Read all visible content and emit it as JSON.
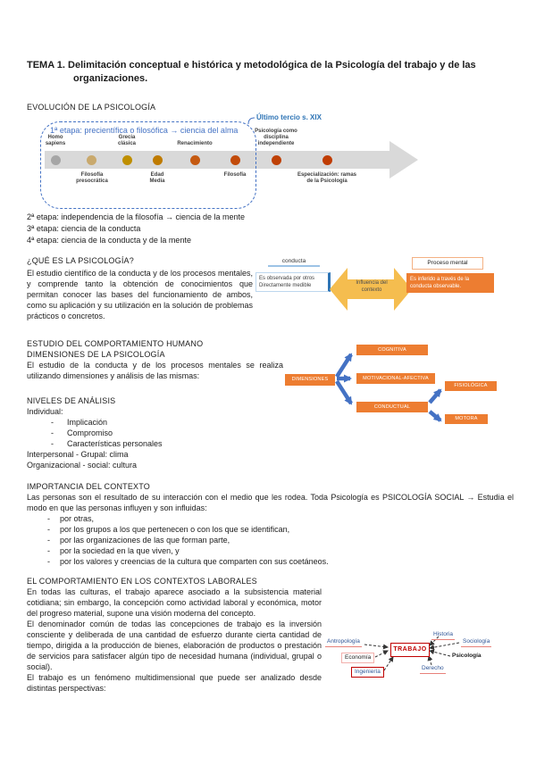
{
  "title": {
    "line1": "TEMA 1. Delimitación conceptual e histórica y metodológica de la Psicología del trabajo y de las",
    "line2": "organizaciones."
  },
  "colors": {
    "accent_orange": "#ed7d31",
    "accent_blue": "#4472c4",
    "highlight_gold": "#f5bd4f",
    "timeline_gray": "#d9d9d9",
    "red": "#c00000"
  },
  "evolucion": {
    "heading": "EVOLUCIÓN DE LA PSICOLOGÍA",
    "timeline": {
      "stage1_label": "1ª etapa: precientífica o filosófica → ciencia del alma",
      "callout": "Último tercio s. XIX",
      "milestones": [
        {
          "label": "Homo sapiens",
          "position": "above",
          "color": "#a6a6a6"
        },
        {
          "label": "Filosofía presocrática",
          "position": "below",
          "color": "#c9a96d"
        },
        {
          "label": "Grecia clásica",
          "position": "above",
          "color": "#bf8f00"
        },
        {
          "label": "Edad Media",
          "position": "below",
          "color": "#bf7b00"
        },
        {
          "label": "Renacimiento",
          "position": "above",
          "color": "#c55a11"
        },
        {
          "label": "Filosofía",
          "position": "below",
          "color": "#c24b0a"
        },
        {
          "label": "Psicología como disciplina independiente",
          "position": "above",
          "color": "#bf4105"
        },
        {
          "label": "Especialización: ramas de la Psicología",
          "position": "below",
          "color": "#c03d03"
        }
      ]
    },
    "etapas": [
      "2ª etapa: independencia de la filosofía  → ciencia de la mente",
      "3ª etapa: ciencia de la conducta",
      "4ª etapa: ciencia de la conducta y de la mente"
    ]
  },
  "que_es": {
    "heading": "¿QUÉ ES LA PSICOLOGÍA?",
    "body": "El estudio científico de la conducta y de los procesos mentales, y comprende tanto la obtención de conocimientos que permitan conocer las bases del funcionamiento de ambos, como su aplicación y su utilización en la solución de problemas prácticos o concretos.",
    "diagram": {
      "conducta_label": "conducta",
      "conducta_points": [
        "Es observada por otros",
        "Directamente medible"
      ],
      "arrow_label": "Influencia del contexto",
      "proceso_label": "Proceso mental",
      "proceso_desc": "Es inferido a través de la conducta observable."
    }
  },
  "estudio": {
    "heading1": "ESTUDIO DEL COMPORTAMIENTO HUMANO",
    "heading2": "DIMENSIONES DE LA PSICOLOGÍA",
    "body": "El estudio de la conducta y de los procesos mentales se realiza utilizando dimensiones y análisis de las mismas:",
    "diagram": {
      "root": "DIMENSIONES",
      "level1": [
        "COGNITIVA",
        "MOTIVACIONAL-AFECTIVA",
        "CONDUCTUAL"
      ],
      "level2": [
        "FISIOLÓGICA",
        "MOTORA"
      ]
    }
  },
  "niveles": {
    "heading": "NIVELES DE ANÁLISIS",
    "individual_label": "Individual:",
    "individual_items": [
      "Implicación",
      "Compromiso",
      "Características personales"
    ],
    "interpersonal": "Interpersonal - Grupal: clima",
    "organizacional": "Organizacional - social: cultura"
  },
  "importancia": {
    "heading": "IMPORTANCIA DEL CONTEXTO",
    "body": "Las personas son el resultado de su interacción con el medio que les rodea. Toda Psicología es PSICOLOGÍA SOCIAL → Estudia el modo en que las personas influyen y son influidas:",
    "items": [
      "por otras,",
      "por los grupos a los que pertenecen o con los que se identifican,",
      "por las organizaciones de las que forman parte,",
      "por la sociedad en la que viven, y",
      "por los valores y creencias de la cultura que comparten con sus coetáneos."
    ]
  },
  "comportamiento": {
    "heading": "EL COMPORTAMIENTO EN LOS CONTEXTOS LABORALES",
    "para1": "En todas las culturas, el trabajo aparece asociado a la subsistencia material cotidiana; sin embargo, la concepción como actividad laboral y económica, motor del progreso material, supone una visión moderna del concepto.",
    "para2": "El denominador común de todas las concepciones de trabajo es la inversión consciente y deliberada de una cantidad de esfuerzo durante cierta cantidad de tiempo, dirigida a la producción de bienes, elaboración de productos o prestación de servicios para satisfacer algún tipo de necesidad humana (individual, grupal o social).",
    "para3": "El trabajo es un fenómeno multidimensional que puede ser analizado desde distintas perspectivas:",
    "diagram": {
      "center": "TRABAJO",
      "left": [
        "Antropología",
        "Economía",
        "Ingeniería"
      ],
      "right": [
        "Historia",
        "Sociología",
        "Psicología",
        "Derecho"
      ]
    }
  }
}
